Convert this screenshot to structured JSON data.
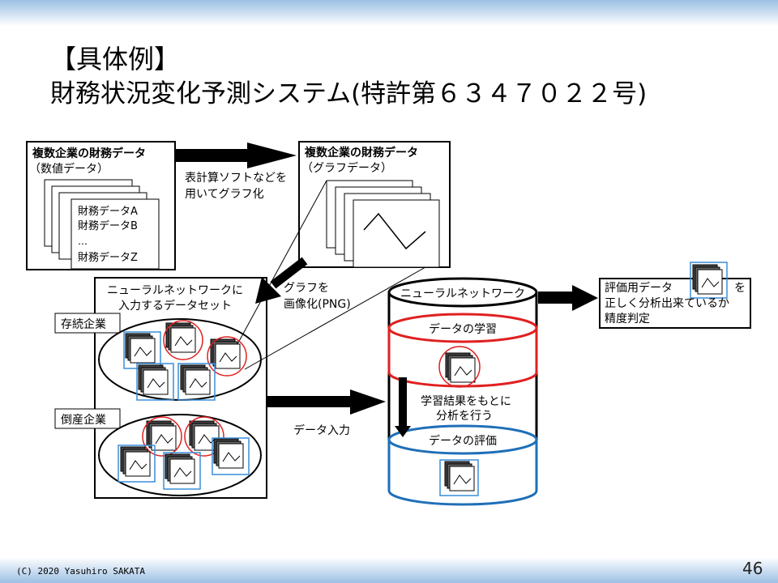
{
  "slide": {
    "title_line1": "【具体例】",
    "title_line2": "財務状況変化予測システム(特許第６３４７０２２号)",
    "footer": "(C) 2020 Yasuhiro SAKATA",
    "page_number": "46"
  },
  "diagram": {
    "numeric_box": {
      "title": "複数企業の財務データ",
      "subtitle": "（数値データ）",
      "items": [
        "財務データA",
        "財務データB",
        "…",
        "財務データZ"
      ]
    },
    "arrow_to_graph_label": [
      "表計算ソフトなどを",
      "用いてグラフ化"
    ],
    "graph_box": {
      "title": "複数企業の財務データ",
      "subtitle": "（グラフデータ）"
    },
    "arrow_to_image_label": [
      "グラフを",
      "画像化(PNG)"
    ],
    "dataset_box": {
      "title": [
        "ニューラルネットワークに",
        "入力するデータセット"
      ],
      "group_surviving": "存続企業",
      "group_bankrupt": "倒産企業"
    },
    "arrow_input_label": "データ入力",
    "neural_net": {
      "title": "ニューラルネットワーク",
      "learning": "データの学習",
      "analysis": [
        "学習結果をもとに",
        "分析を行う"
      ],
      "evaluation": "データの評価"
    },
    "result_box": {
      "line1a": "評価用データ",
      "line1b": "を",
      "line2": "正しく分析出来ているか",
      "line3": "精度判定"
    },
    "colors": {
      "learning": "#e02020",
      "evaluation": "#1f6fb8",
      "highlight_blue": "#3a8ed8",
      "highlight_red": "#e02020"
    }
  }
}
